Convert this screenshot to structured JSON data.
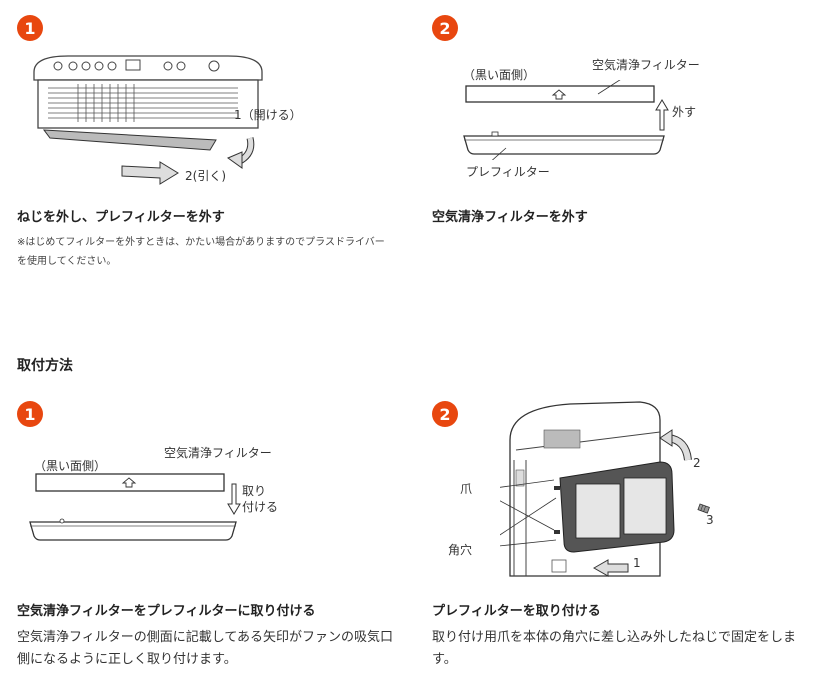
{
  "removal": {
    "step1": {
      "number": "1",
      "label_open": "1（開ける）",
      "label_pull": "2(引く)",
      "caption": "ねじを外し、プレフィルターを外す",
      "note": "※はじめてフィルターを外すときは、かたい場合がありますのでプラスドライバーを使用してください。"
    },
    "step2": {
      "number": "2",
      "label_black_side": "（黒い面側）",
      "label_air_filter": "空気清浄フィルター",
      "label_remove": "外す",
      "label_prefilter": "プレフィルター",
      "caption": "空気清浄フィルターを外す"
    }
  },
  "install": {
    "section_title": "取付方法",
    "step1": {
      "number": "1",
      "label_black_side": "（黒い面側）",
      "label_air_filter": "空気清浄フィルター",
      "label_attach_1": "取り",
      "label_attach_2": "付ける",
      "caption": "空気清浄フィルターをプレフィルターに取り付ける",
      "body": "空気清浄フィルターの側面に記載してある矢印がファンの吸気口側になるように正しく取り付けます。"
    },
    "step2": {
      "number": "2",
      "label_claw": "爪",
      "label_square_hole": "角穴",
      "label_n1": "1",
      "label_n2": "2",
      "label_n3": "3",
      "caption": "プレフィルターを取り付ける",
      "body": "取り付け用爪を本体の角穴に差し込み外したねじで固定をします。"
    }
  },
  "colors": {
    "badge": "#e8470f"
  }
}
